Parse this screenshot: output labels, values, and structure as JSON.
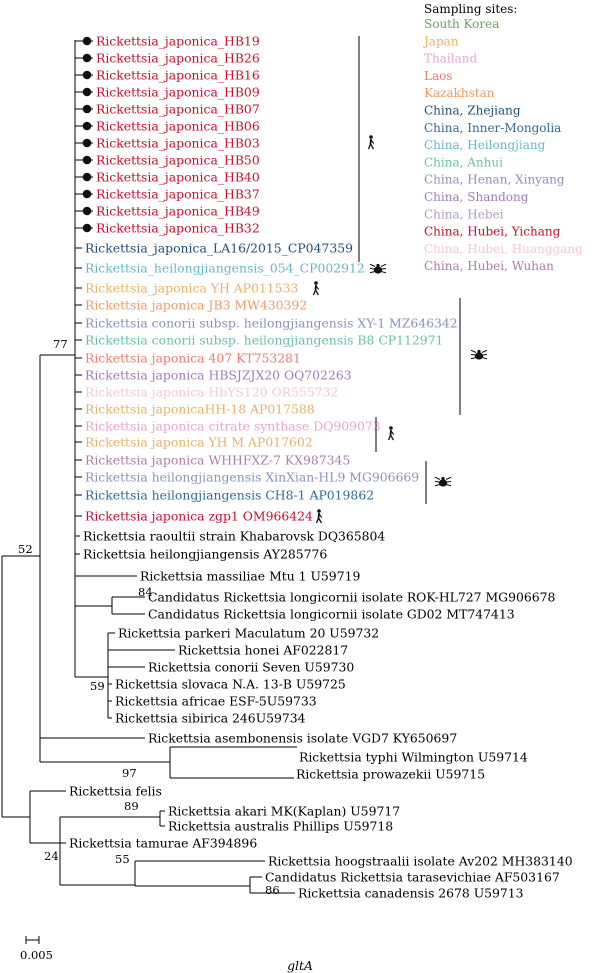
{
  "colors": {
    "south_korea": "#6aa35c",
    "japan": "#e8b26a",
    "thailand": "#e8a6cf",
    "laos": "#ef7a6e",
    "kazakhstan": "#f29a64",
    "zhejiang": "#1e4e79",
    "inner_mongolia": "#2d6b9a",
    "heilongjiang": "#6bb6c9",
    "anhui": "#6bbfae",
    "henan_xinyang": "#8b92be",
    "shandong": "#a07cbd",
    "hebei": "#b39ac9",
    "hubei_yichang": "#c8102e",
    "hubei_huanggang": "#f3c9d6",
    "hubei_wuhan": "#b07da6",
    "black": "#000000"
  },
  "legend": {
    "title": "Sampling sites:",
    "items": [
      {
        "label": "South Korea",
        "color": "#6aa35c"
      },
      {
        "label": "Japan",
        "color": "#e8b26a"
      },
      {
        "label": "Thailand",
        "color": "#e8a6cf"
      },
      {
        "label": "Laos",
        "color": "#ef7a6e"
      },
      {
        "label": "Kazakhstan",
        "color": "#f29a64"
      },
      {
        "label": "China, Zhejiang",
        "color": "#1e4e79"
      },
      {
        "label": "China, Inner-Mongolia",
        "color": "#2d6b9a"
      },
      {
        "label": "China, Heilongjiang",
        "color": "#6bb6c9"
      },
      {
        "label": "China, Anhui",
        "color": "#6bbfae"
      },
      {
        "label": "China, Henan, Xinyang",
        "color": "#8b92be"
      },
      {
        "label": "China, Shandong",
        "color": "#a07cbd"
      },
      {
        "label": "China, Hebei",
        "color": "#b39ac9"
      },
      {
        "label": "China, Hubei, Yichang",
        "color": "#c8102e"
      },
      {
        "label": "China, Hubei, Huanggang",
        "color": "#f3c9d6"
      },
      {
        "label": "China, Hubei, Wuhan",
        "color": "#b07da6"
      }
    ]
  },
  "leaves": [
    {
      "label": "Rickettsia_japonica_HB19",
      "color": "#c8102e",
      "dot": true
    },
    {
      "label": "Rickettsia_japonica_HB26",
      "color": "#c8102e",
      "dot": true
    },
    {
      "label": "Rickettsia_japonica_HB16",
      "color": "#c8102e",
      "dot": true
    },
    {
      "label": "Rickettsia_japonica_HB09",
      "color": "#c8102e",
      "dot": true
    },
    {
      "label": "Rickettsia_japonica_HB07",
      "color": "#c8102e",
      "dot": true
    },
    {
      "label": "Rickettsia_japonica_HB06",
      "color": "#c8102e",
      "dot": true
    },
    {
      "label": "Rickettsia_japonica_HB03",
      "color": "#c8102e",
      "dot": true
    },
    {
      "label": "Rickettsia_japonica_HB50",
      "color": "#c8102e",
      "dot": true
    },
    {
      "label": "Rickettsia_japonica_HB40",
      "color": "#c8102e",
      "dot": true
    },
    {
      "label": "Rickettsia_japonica_HB37",
      "color": "#c8102e",
      "dot": true
    },
    {
      "label": "Rickettsia_japonica_HB49",
      "color": "#c8102e",
      "dot": true
    },
    {
      "label": "Rickettsia_japonica_HB32",
      "color": "#c8102e",
      "dot": true
    },
    {
      "label": "Rickettsia_japonica_LA16/2015_CP047359",
      "color": "#1e4e79"
    },
    {
      "label": "Rickettsia_heilongjiangensis_054_CP002912",
      "color": "#6bb6c9"
    },
    {
      "label": "Rickettsia_japonica YH AP011533",
      "color": "#e8b26a"
    },
    {
      "label": "Rickettsia japonica JB3 MW430392",
      "color": "#f29a64"
    },
    {
      "label": "Rickettsia conorii subsp. heilongjiangensis XY-1 MZ646342",
      "color": "#8b92be"
    },
    {
      "label": "Rickettsia conorii subsp. heilongjiangensis B8 CP112971",
      "color": "#6bbfae"
    },
    {
      "label": "Rickettsia japonica 407 KT753281",
      "color": "#ef7a6e"
    },
    {
      "label": "Rickettsia japonica HBSJZJX20 OQ702263",
      "color": "#a07cbd"
    },
    {
      "label": "Rickettsia japonica HbYS120 OR555732",
      "color": "#f3c9d6"
    },
    {
      "label": "Rickettsia japonicaHH-18 AP017588",
      "color": "#e8b26a"
    },
    {
      "label": "Rickettsia japonica citrate synthase DQ909073",
      "color": "#e8a6cf"
    },
    {
      "label": "Rickettsia japonica YH M AP017602",
      "color": "#e8b26a"
    },
    {
      "label": "Rickettsia japonica WHHFXZ-7 KX987345",
      "color": "#b07da6"
    },
    {
      "label": "Rickettsia heilongjiangensis XinXian-HL9 MG906669",
      "color": "#8b92be"
    },
    {
      "label": "Rickettsia heilongjiangensis CH8-1 AP019862",
      "color": "#2d6b9a"
    },
    {
      "label": "Rickettsia japonica zgp1 OM966424",
      "color": "#c8102e"
    },
    {
      "label": "Rickettsia raoultii strain Khabarovsk DQ365804",
      "color": "#000000"
    },
    {
      "label": "Rickettsia heilongjiangensis AY285776",
      "color": "#000000"
    },
    {
      "label": "Rickettsia massiliae Mtu 1 U59719",
      "color": "#000000"
    },
    {
      "label": "Candidatus Rickettsia longicornii isolate ROK-HL727 MG906678",
      "color": "#000000"
    },
    {
      "label": "Candidatus Rickettsia longicornii isolate GD02 MT747413",
      "color": "#000000"
    },
    {
      "label": "Rickettsia parkeri Maculatum 20 U59732",
      "color": "#000000"
    },
    {
      "label": "Rickettsia honei AF022817",
      "color": "#000000"
    },
    {
      "label": "Rickettsia conorii Seven U59730",
      "color": "#000000"
    },
    {
      "label": "Rickettsia slovaca N.A. 13-B U59725",
      "color": "#000000"
    },
    {
      "label": "Rickettsia africae ESF-5U59733",
      "color": "#000000"
    },
    {
      "label": "Rickettsia sibirica 246U59734",
      "color": "#000000"
    },
    {
      "label": "Rickettsia asembonensis isolate VGD7 KY650697",
      "color": "#000000"
    },
    {
      "label": "Rickettsia typhi Wilmington U59714",
      "color": "#000000"
    },
    {
      "label": "Rickettsia prowazekii U59715",
      "color": "#000000"
    },
    {
      "label": "Rickettsia felis",
      "color": "#000000"
    },
    {
      "label": "Rickettsia akari MK(Kaplan) U59717",
      "color": "#000000"
    },
    {
      "label": "Rickettsia australis Phillips U59718",
      "color": "#000000"
    },
    {
      "label": "Rickettsia tamurae AF394896",
      "color": "#000000"
    },
    {
      "label": "Rickettsia hoogstraalii isolate Av202 MH383140",
      "color": "#000000"
    },
    {
      "label": "Candidatus Rickettsia tarasevichiae AF503167",
      "color": "#000000"
    },
    {
      "label": "Rickettsia canadensis 2678 U59713",
      "color": "#000000"
    }
  ],
  "bootstrap": [
    "77",
    "52",
    "84",
    "59",
    "97",
    "89",
    "24",
    "55",
    "86"
  ],
  "scale": {
    "label": "0.005"
  },
  "gene": "gltA",
  "host_icons": [
    "human-icon",
    "tick-icon",
    "human-icon",
    "tick-icon",
    "human-icon",
    "tick-icon",
    "human-icon"
  ]
}
